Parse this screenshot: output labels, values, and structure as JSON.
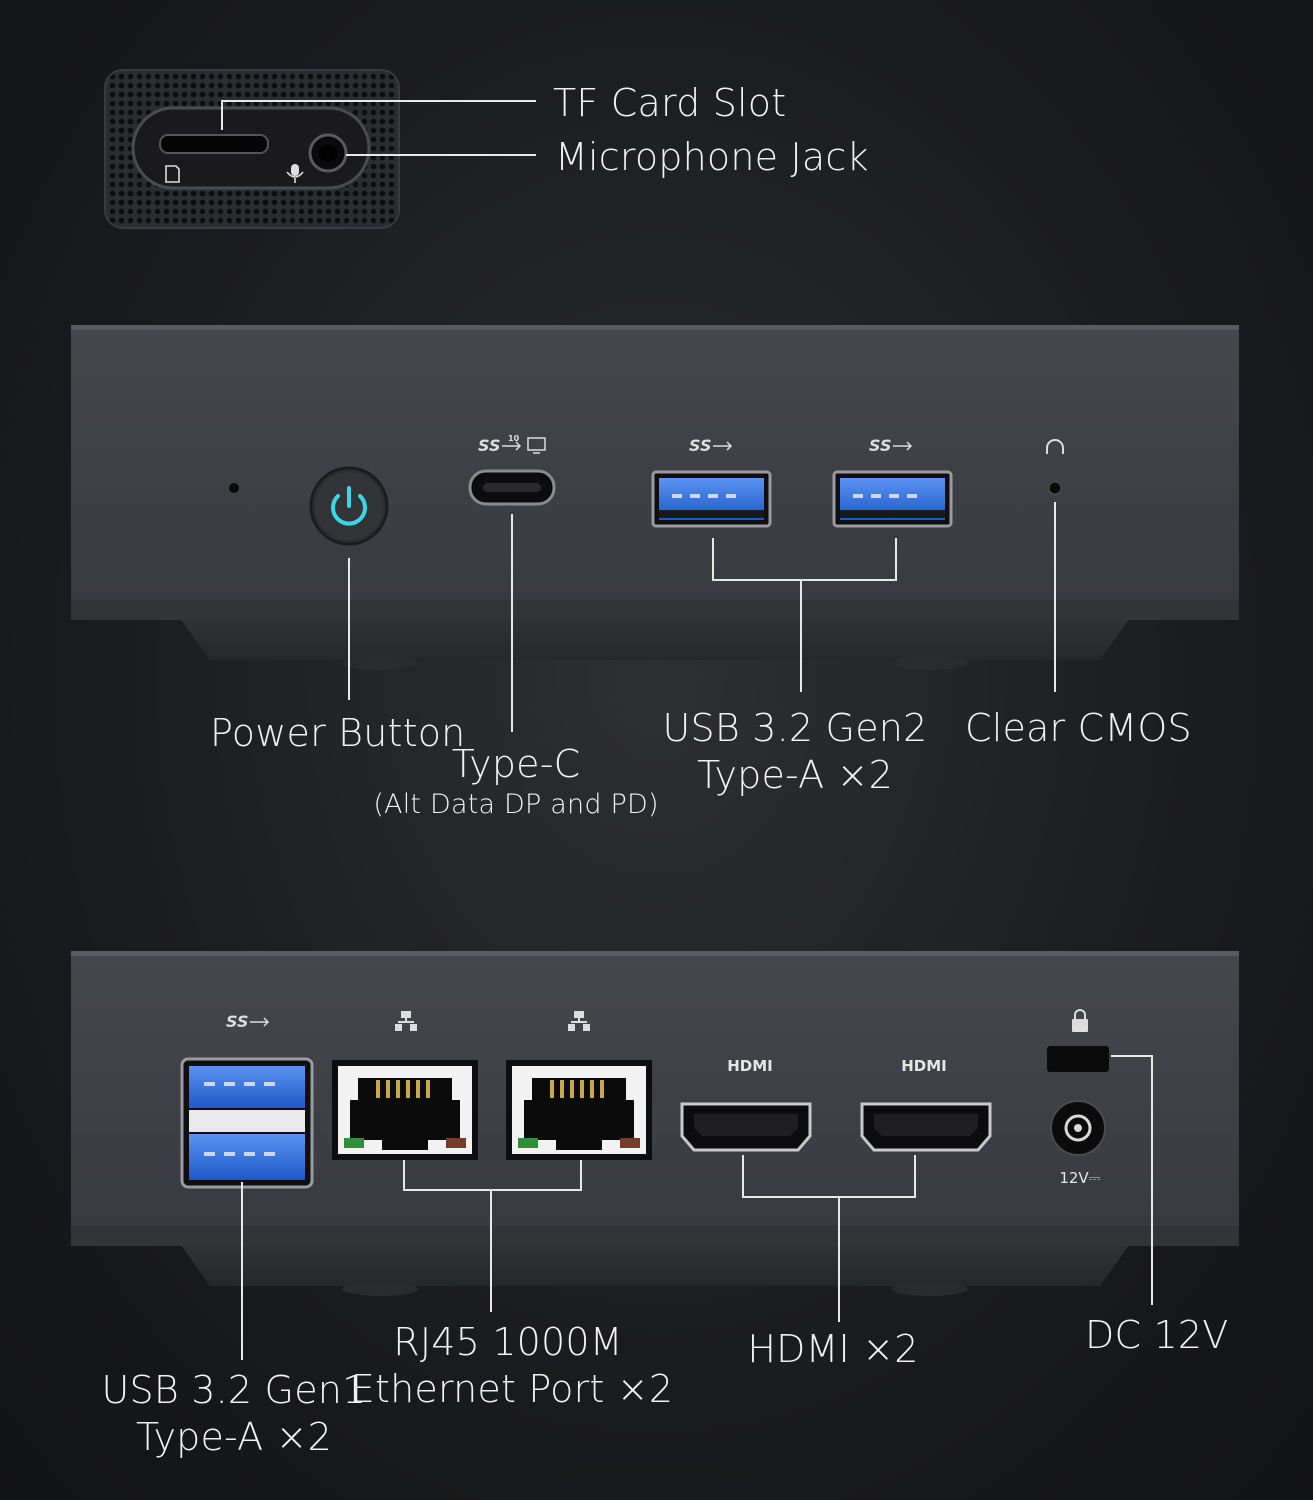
{
  "side_panel": {
    "labels": [
      "TF Card Slot",
      "Microphone Jack"
    ]
  },
  "front_panel": {
    "port_icons": [
      "usb-ss-10-display-icon",
      "usb-ss-icon",
      "usb-ss-icon",
      "clear-cmos-icon"
    ],
    "labels": {
      "power": "Power Button",
      "typec": "Type-C",
      "typec_sub": "(Alt Data DP and PD)",
      "usb_gen2_line1": "USB 3.2 Gen2",
      "usb_gen2_line2": "Type-A ×2",
      "cmos": "Clear CMOS"
    }
  },
  "rear_panel": {
    "hdmi_badge": "HDMI",
    "dc_marking": "12V⎓",
    "labels": {
      "usb_gen1_line1": "USB 3.2 Gen1",
      "usb_gen1_line2": "Type-A ×2",
      "rj45_line1": "RJ45 1000M",
      "rj45_line2": "Ethernet Port ×2",
      "hdmi": "HDMI ×2",
      "dc": "DC 12V"
    }
  },
  "colors": {
    "usb_blue": "#2d6fe0",
    "power_glow": "#39d6e8",
    "device_body": "#3c3d42",
    "line": "#e8e8e8"
  }
}
